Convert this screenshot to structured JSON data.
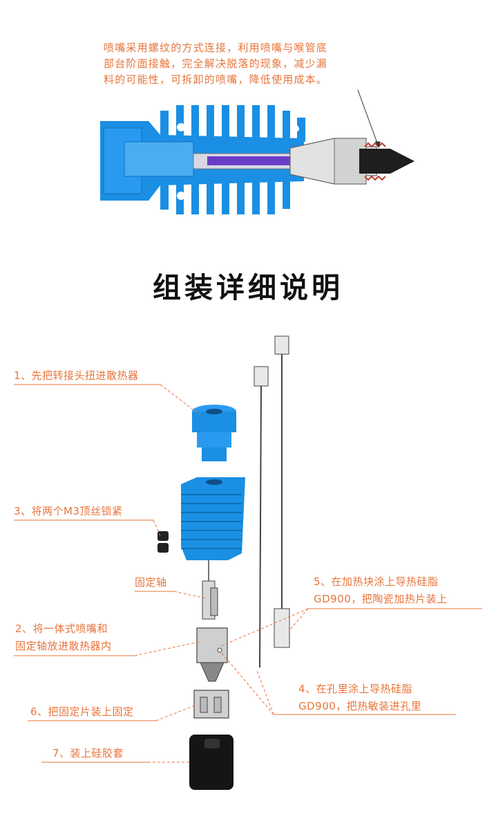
{
  "intro": {
    "lines": [
      "喷嘴采用螺纹的方式连接，利用喷嘴与喉管底",
      "部台阶面接触，完全解决脱落的现象，减少漏",
      "料的可能性，可拆卸的喷嘴，降低使用成本。"
    ]
  },
  "title": "组装详细说明",
  "steps": {
    "s1": "1、先把转接头扭进散热器",
    "s3": "3、将两个M3顶丝锁紧",
    "shaft": "固定轴",
    "s2_line1": "2、将一体式喷嘴和",
    "s2_line2": "固定轴放进散热器内",
    "s5_line1": "5、在加热块涂上导热硅脂",
    "s5_line2": "GD900，把陶瓷加热片装上",
    "s4_line1": "4、在孔里涂上导热硅脂",
    "s4_line2": "GD900，把热敏装进孔里",
    "s6": "6、把固定片装上固定",
    "s7": "7、装上硅胶套"
  },
  "colors": {
    "accent": "#e8743a",
    "blue": "#1a8fe3",
    "purple": "#6a3dc8",
    "title": "#111111"
  }
}
